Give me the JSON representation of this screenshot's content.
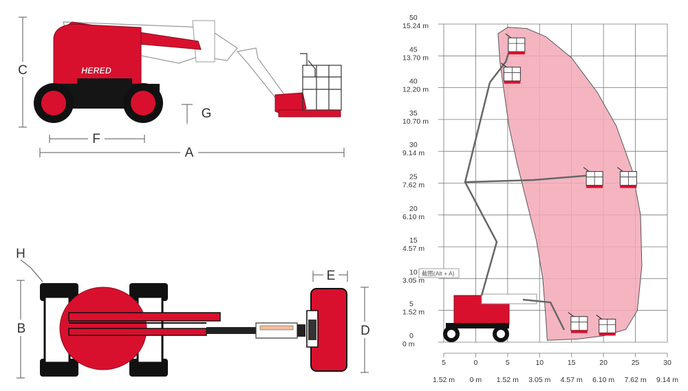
{
  "brand": {
    "name": "HERED"
  },
  "dimension_labels": {
    "a": "A",
    "b": "B",
    "c": "C",
    "d": "D",
    "e": "E",
    "f": "F",
    "g": "G",
    "h": "H"
  },
  "tooltip": {
    "text": "截图(Alt + A)"
  },
  "colors": {
    "machine_red": "#d8102e",
    "envelope_fill": "#f2a8b6",
    "tire": "#111111",
    "grid": "#777777"
  },
  "chart_data": {
    "type": "area",
    "y_ticks": [
      {
        "ft": "50",
        "m": "15.24 m",
        "v": 50
      },
      {
        "ft": "45",
        "m": "13.70 m",
        "v": 45
      },
      {
        "ft": "40",
        "m": "12.20 m",
        "v": 40
      },
      {
        "ft": "35",
        "m": "10.70 m",
        "v": 35
      },
      {
        "ft": "30",
        "m": "9.14 m",
        "v": 30
      },
      {
        "ft": "25",
        "m": "7.62 m",
        "v": 25
      },
      {
        "ft": "20",
        "m": "6.10 m",
        "v": 20
      },
      {
        "ft": "15",
        "m": "4.57 m",
        "v": 15
      },
      {
        "ft": "10",
        "m": "3.05 m",
        "v": 10
      },
      {
        "ft": "5",
        "m": "1.52 m",
        "v": 5
      },
      {
        "ft": "0",
        "m": "0 m",
        "v": 0
      }
    ],
    "x_ticks": [
      {
        "ft": "5",
        "m": "1.52 m",
        "v": -5
      },
      {
        "ft": "0",
        "m": "0 m",
        "v": 0
      },
      {
        "ft": "5",
        "m": "1.52 m",
        "v": 5
      },
      {
        "ft": "10",
        "m": "3.05 m",
        "v": 10
      },
      {
        "ft": "15",
        "m": "4.57 m",
        "v": 15
      },
      {
        "ft": "20",
        "m": "6.10 m",
        "v": 20
      },
      {
        "ft": "25",
        "m": "7.62 m",
        "v": 25
      },
      {
        "ft": "30",
        "m": "9.14 m",
        "v": 30
      }
    ],
    "xlim": [
      -5,
      30
    ],
    "ylim": [
      0,
      50
    ],
    "grid": true,
    "envelope": [
      [
        3.5,
        48.5
      ],
      [
        5,
        49.5
      ],
      [
        8,
        49.3
      ],
      [
        11,
        48
      ],
      [
        15,
        44.7
      ],
      [
        19,
        39.3
      ],
      [
        22,
        34
      ],
      [
        24.5,
        27
      ],
      [
        25.8,
        20
      ],
      [
        26,
        12
      ],
      [
        25.3,
        5
      ],
      [
        23.5,
        2
      ],
      [
        20,
        1
      ],
      [
        16,
        0.5
      ],
      [
        11.2,
        0.3
      ],
      [
        11,
        3.5
      ],
      [
        10.5,
        10
      ],
      [
        9.5,
        16
      ],
      [
        8,
        22
      ],
      [
        6.5,
        28
      ],
      [
        5.2,
        34
      ],
      [
        4.5,
        39
      ],
      [
        3.8,
        44
      ],
      [
        3.5,
        48.5
      ]
    ],
    "platform_positions": [
      [
        6.4,
        46.1
      ],
      [
        5.7,
        41.5
      ],
      [
        18.6,
        25.1
      ],
      [
        23.9,
        25.1
      ],
      [
        16.2,
        2.3
      ],
      [
        20.6,
        1.9
      ]
    ]
  }
}
